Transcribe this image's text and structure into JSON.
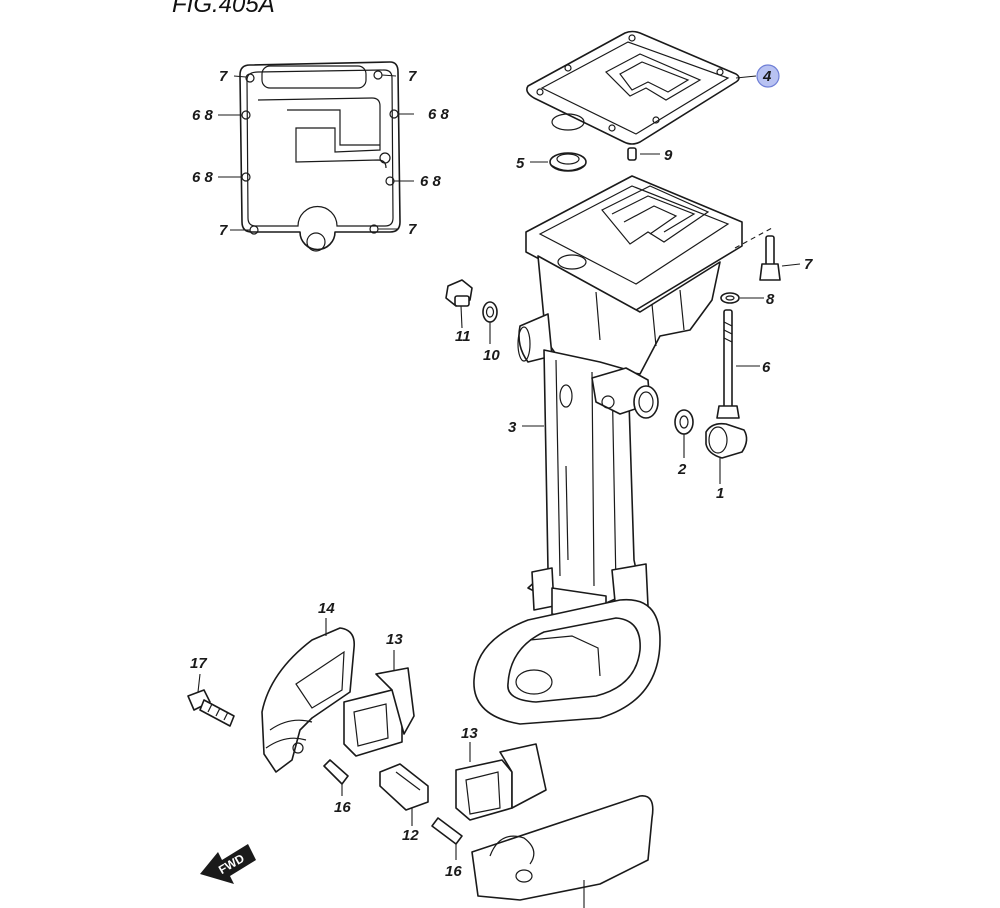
{
  "figure": {
    "title": "FIG.405A"
  },
  "gasket_detail_labels": {
    "top_left": "7",
    "top_right": "7",
    "upper_left": "6 8",
    "upper_right": "6 8",
    "mid_left": "6 8",
    "mid_right": "6 8",
    "bottom_left": "7",
    "bottom_right": "7"
  },
  "callouts": {
    "p1": "1",
    "p2": "2",
    "p3": "3",
    "p4": "4",
    "p5": "5",
    "p6": "6",
    "p7": "7",
    "p8": "8",
    "p9": "9",
    "p10": "10",
    "p11": "11",
    "p12": "12",
    "p13a": "13",
    "p13b": "13",
    "p14": "14",
    "p16a": "16",
    "p16b": "16",
    "p17": "17"
  },
  "direction_marker": {
    "text": "FWD"
  },
  "colors": {
    "highlight_fill": "#b8c2f2",
    "highlight_stroke": "#6f7fd6",
    "line": "#1a1a1a"
  }
}
